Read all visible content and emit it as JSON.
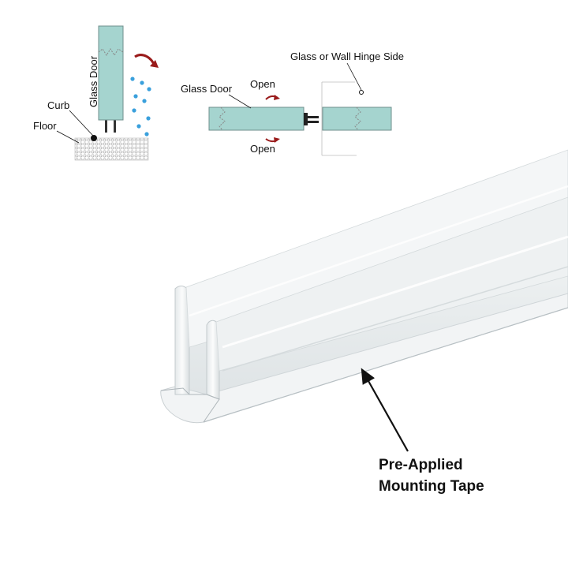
{
  "side_view": {
    "door_label": "Glass Door",
    "curb_label": "Curb",
    "floor_label": "Floor"
  },
  "top_view": {
    "door_label": "Glass Door",
    "open_top_label": "Open",
    "open_bottom_label": "Open",
    "hinge_label": "Glass or Wall Hinge Side"
  },
  "product": {
    "callout_line1": "Pre-Applied",
    "callout_line2": "Mounting Tape"
  },
  "colors": {
    "glass": "#a5d4cf",
    "glass_edge": "#6f8f8c",
    "arrow_red": "#9a1b1b",
    "water_drop": "#3aa0dc",
    "seal_white": "#f2f4f5"
  }
}
